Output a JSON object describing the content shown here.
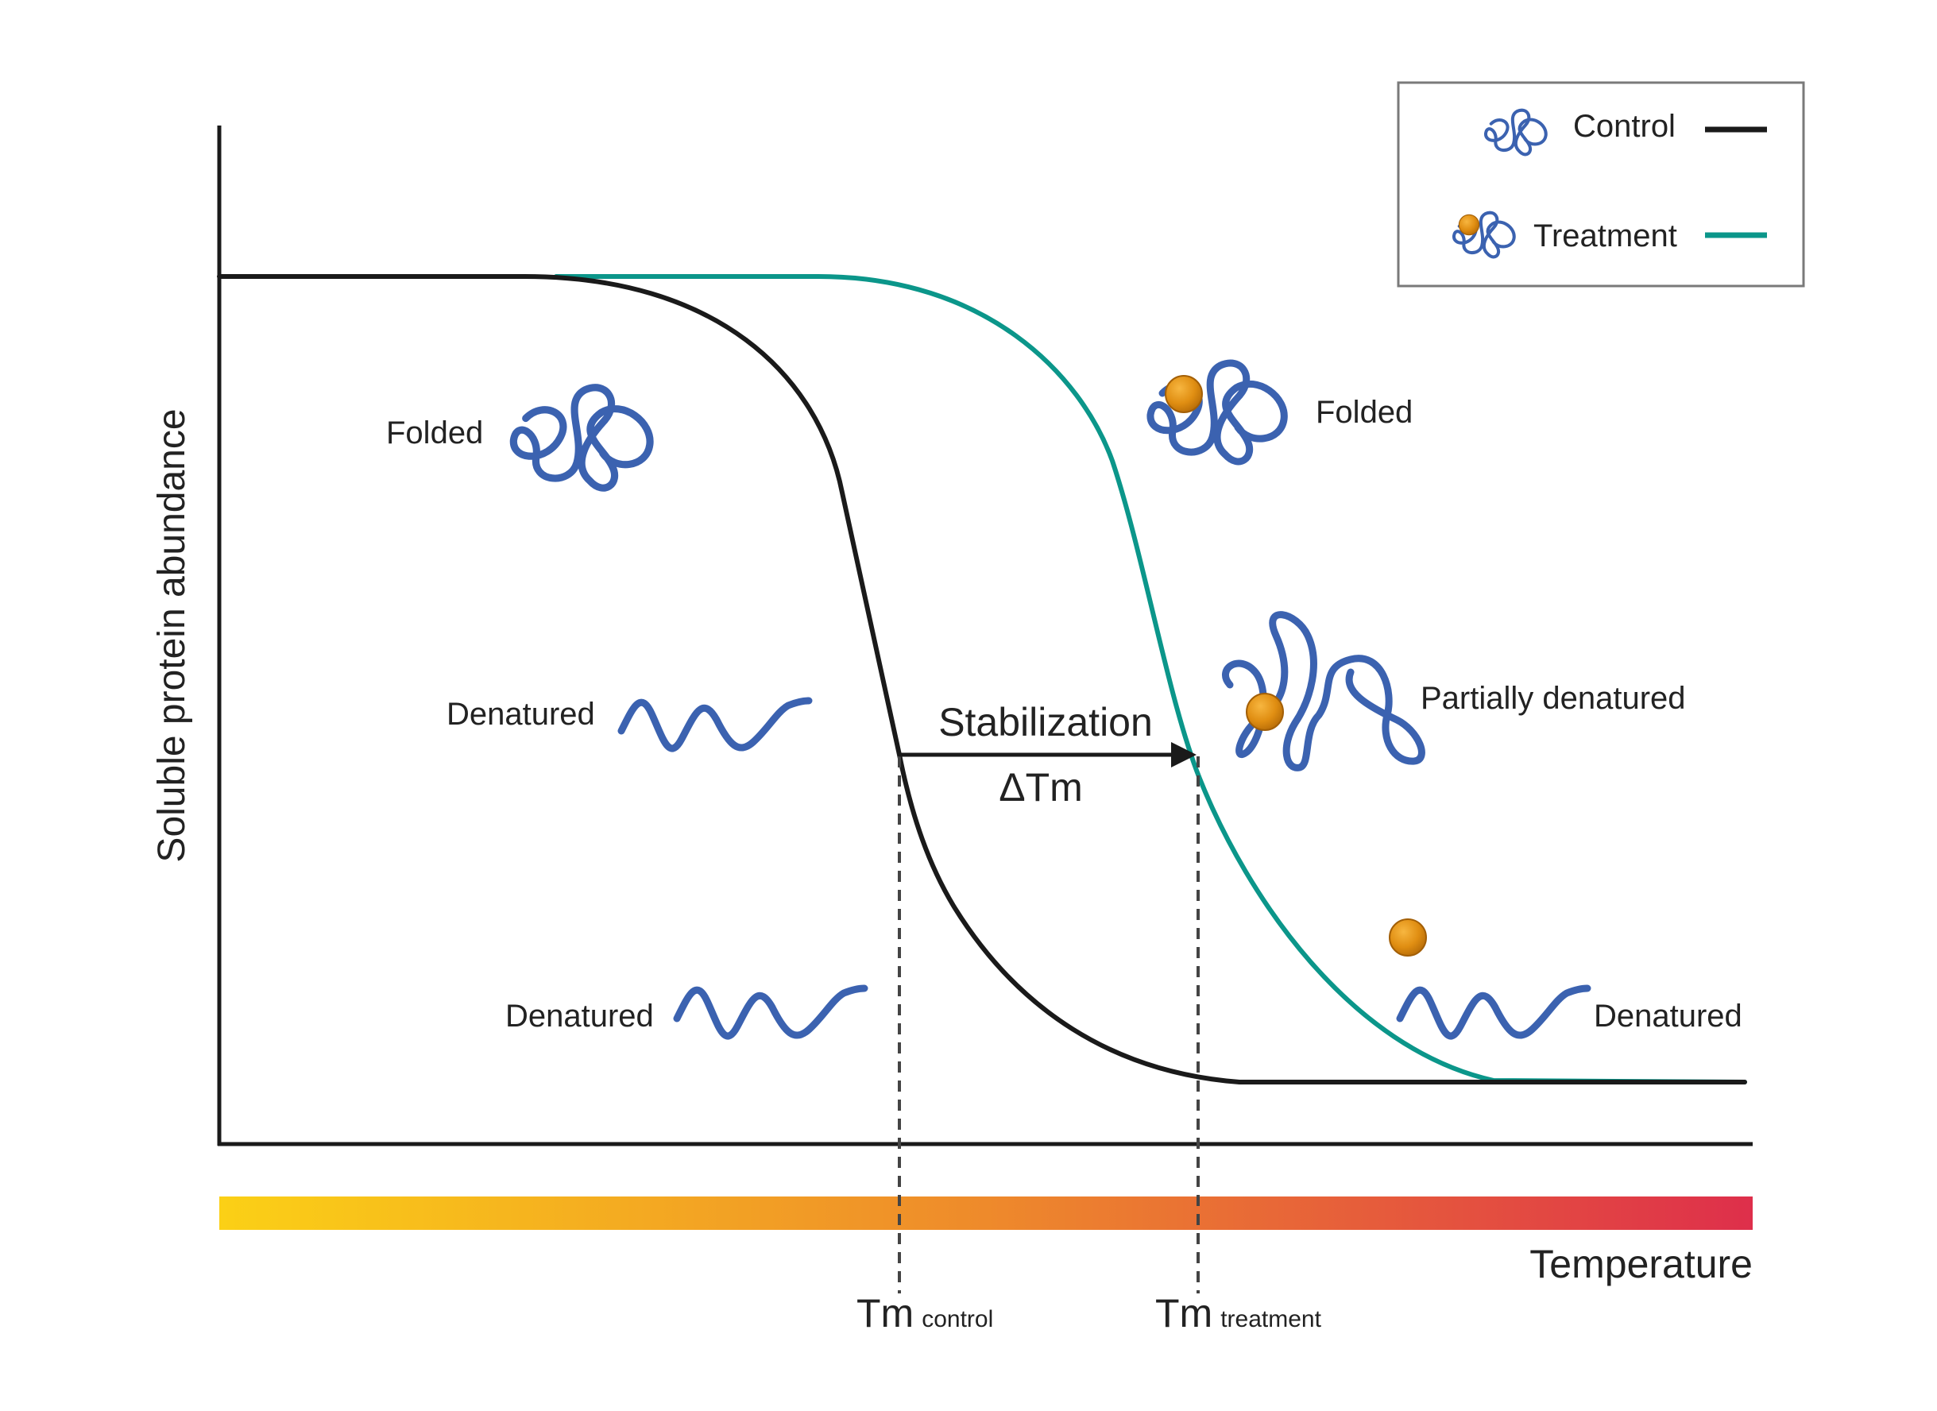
{
  "axes": {
    "y_label": "Soluble protein abundance",
    "x_label": "Temperature"
  },
  "legend": {
    "control_label": "Control",
    "treatment_label": "Treatment"
  },
  "colors": {
    "control": "#1a1a1a",
    "treatment": "#0b968a",
    "protein": "#3b62b0",
    "ligand": "#e08e12",
    "gradient_start": "#fbd016",
    "gradient_mid": "#ee8a2b",
    "gradient_end": "#de2f4b"
  },
  "states": {
    "control_folded": "Folded",
    "control_denatured_mid": "Denatured",
    "control_denatured_low": "Denatured",
    "treatment_folded": "Folded",
    "treatment_partial": "Partially denatured",
    "treatment_denatured": "Denatured"
  },
  "shift": {
    "title": "Stabilization",
    "delta": "ΔTm"
  },
  "tm": {
    "control_main": "Tm",
    "control_sub": "control",
    "treatment_main": "Tm",
    "treatment_sub": "treatment"
  },
  "icons": [
    "folded-protein-icon",
    "ligand-bound-protein-icon",
    "denatured-protein-icon",
    "ligand-icon",
    "arrow-right-icon"
  ]
}
